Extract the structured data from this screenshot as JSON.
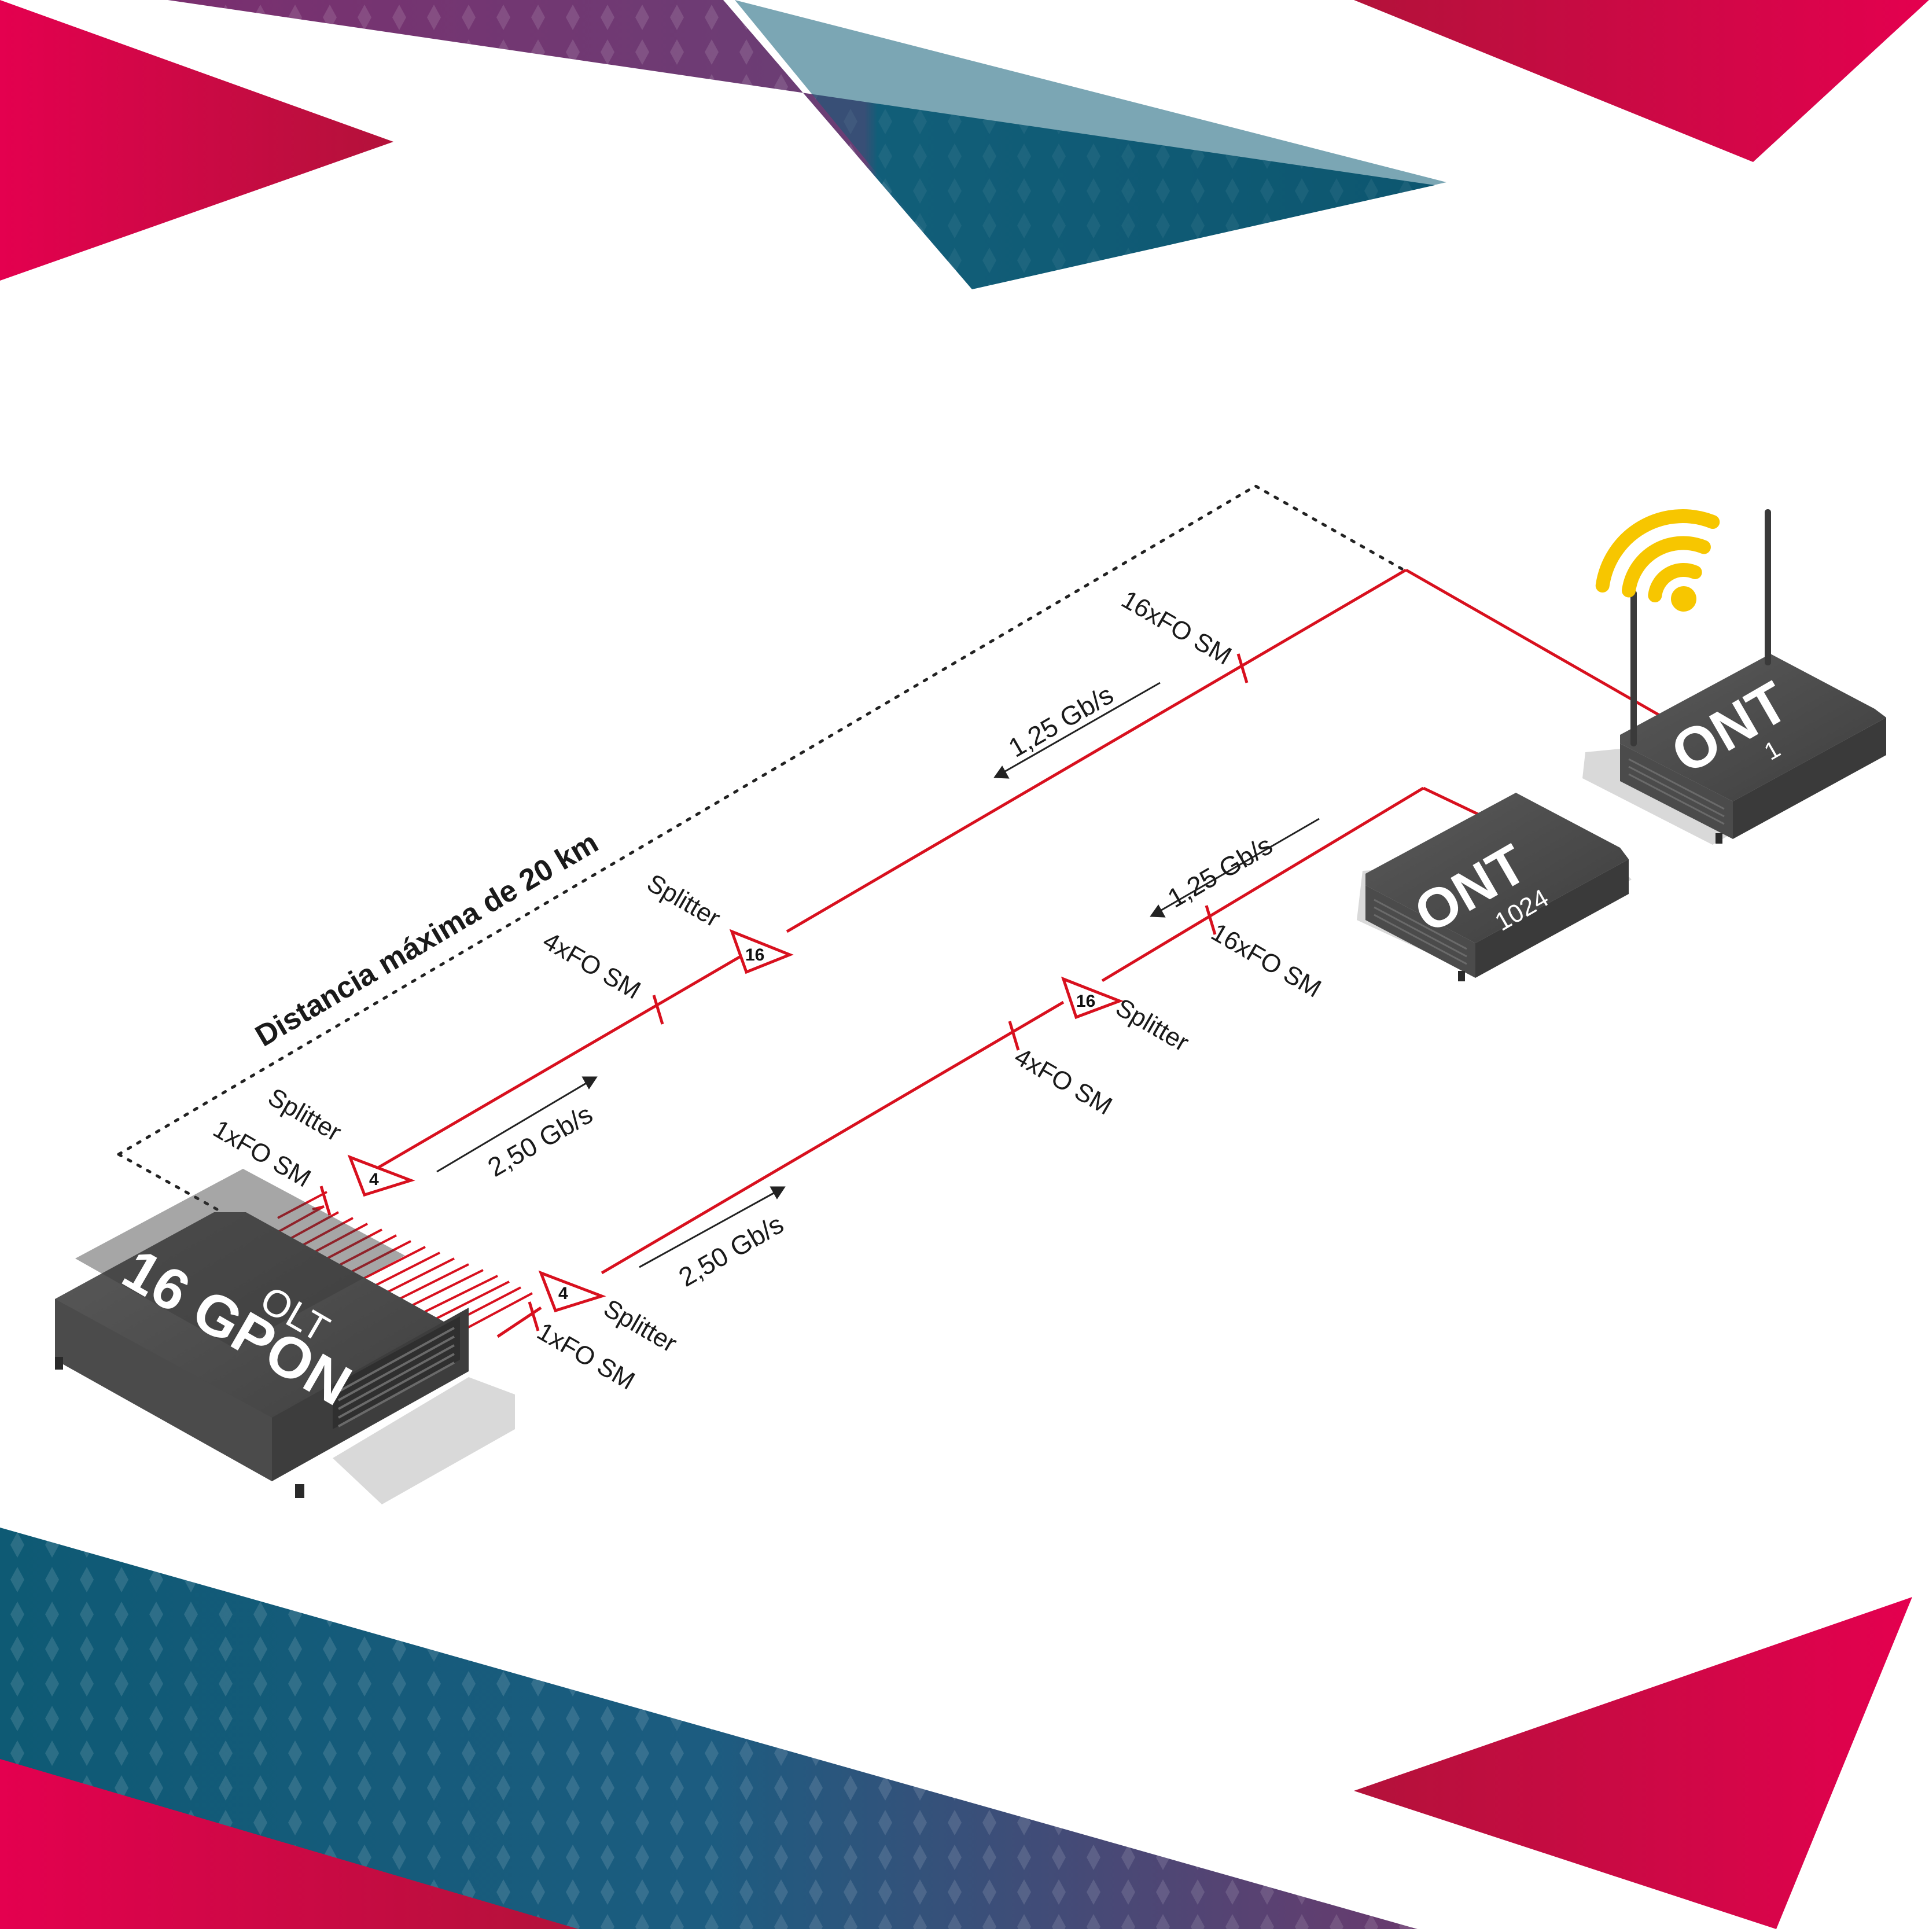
{
  "diagram": {
    "olt": {
      "label_top": "OLT",
      "label_main": "16 GPON"
    },
    "ont_1": {
      "label": "ONT",
      "number": "1"
    },
    "ont_1024": {
      "label": "ONT",
      "number": "1024"
    },
    "distance": "Distancia máxima de 20 km",
    "upper_branch": {
      "fiber_1": "1xFO SM",
      "splitter_1_label": "Splitter",
      "splitter_1_ratio": "4",
      "rate_down": "2,50 Gb/s",
      "fiber_4": "4xFO SM",
      "splitter_2_label": "Splitter",
      "splitter_2_ratio": "16",
      "rate_up": "1,25 Gb/s",
      "fiber_16": "16xFO SM"
    },
    "lower_branch": {
      "splitter_1_ratio": "4",
      "splitter_1_label": "Splitter",
      "fiber_1": "1xFO SM",
      "rate_down": "2,50 Gb/s",
      "fiber_4": "4xFO SM",
      "splitter_2_ratio": "16",
      "splitter_2_label": "Splitter",
      "fiber_16": "16xFO SM",
      "rate_up": "1,25 Gb/s"
    }
  },
  "colors": {
    "fiber_red": "#d8101e",
    "magenta": "#e4004f",
    "purple": "#6a3a6e",
    "teal": "#0f5f7a",
    "device_dark": "#4a4a4a",
    "wifi_yellow": "#f7c600"
  },
  "icons": [
    "wifi-icon",
    "antenna-icon",
    "splitter-icon"
  ]
}
